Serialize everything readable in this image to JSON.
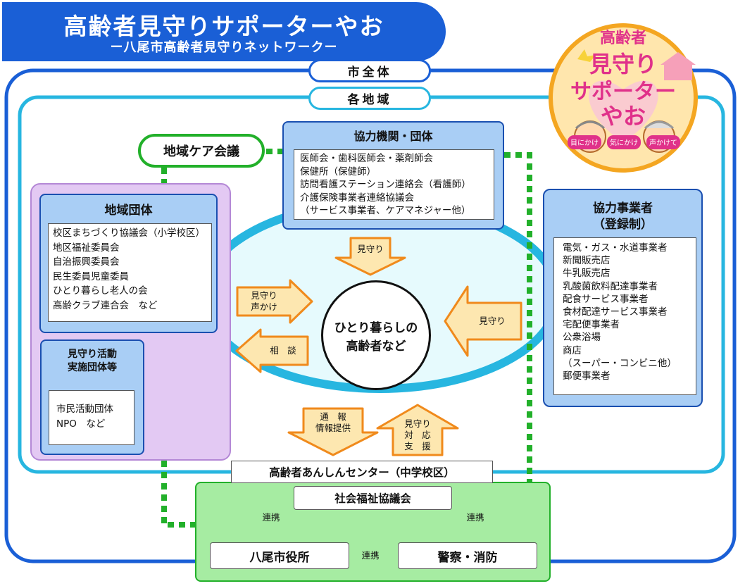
{
  "title": {
    "main": "高齢者見守りサポーターやお",
    "sub": "ー八尾市高齢者見守りネットワークー"
  },
  "logo": {
    "line1": "高齢者",
    "line2": "見守り",
    "line3": "サポーター",
    "line4": "やお",
    "tags": [
      "目にかけ",
      "気にかけ",
      "声かけて"
    ]
  },
  "city_label": "市全体",
  "area_label": "各地域",
  "care_meeting": "地域ケア会議",
  "partner_orgs": {
    "title": "協力機関・団体",
    "items": [
      "医師会・歯科医師会・薬剤師会",
      "保健所（保健師）",
      "訪問看護ステーション連絡会（看護師）",
      "介護保険事業者連絡協議会",
      "（サービス事業者、ケアマネジャー他）"
    ]
  },
  "community_groups": {
    "title": "地域団体",
    "items": [
      "校区まちづくり協議会（小学校区）",
      "地区福祉委員会",
      "自治振興委員会",
      "民生委員児童委員",
      "ひとり暮らし老人の会",
      "高齢クラブ連合会　など"
    ]
  },
  "watch_groups": {
    "title_line1": "見守り活動",
    "title_line2": "実施団体等",
    "items": [
      "市民活動団体",
      "NPO　など"
    ]
  },
  "partner_businesses": {
    "title_line1": "協力事業者",
    "title_line2": "（登録制）",
    "items": [
      "電気・ガス・水道事業者",
      "新聞販売店",
      "牛乳販売店",
      "乳酸菌飲料配達事業者",
      "配食サービス事業者",
      "食材配達サービス事業者",
      "宅配便事業者",
      "公衆浴場",
      "商店",
      "（スーパー・コンビニ他）",
      "郵便事業者"
    ]
  },
  "center_circle": {
    "line1": "ひとり暮らしの",
    "line2": "高齢者など"
  },
  "arrows": {
    "top_down": "見守り",
    "left_right_line1": "見守り",
    "left_right_line2": "声かけ",
    "left_back": "相　談",
    "right_left": "見守り",
    "bottom_down_line1": "通　報",
    "bottom_down_line2": "情報提供",
    "bottom_up_line1": "見守り",
    "bottom_up_line2": "対　応",
    "bottom_up_line3": "支　援"
  },
  "anshin_center": "高齢者あんしんセンター（中学校区）",
  "welfare_council": "社会福祉協議会",
  "city_hall": "八尾市役所",
  "police_fire": "警察・消防",
  "link_label": "連携",
  "colors": {
    "navy": "#1a5fd6",
    "cyan": "#27b6e0",
    "green": "#22b02a",
    "panel_blue": "#a9cef5",
    "panel_purple": "#e3c9f3",
    "green_fill": "#a6eca2",
    "orange_fill": "#fde7b0",
    "orange_stroke": "#f08a1c",
    "oval_fill": "#e6fafd"
  }
}
